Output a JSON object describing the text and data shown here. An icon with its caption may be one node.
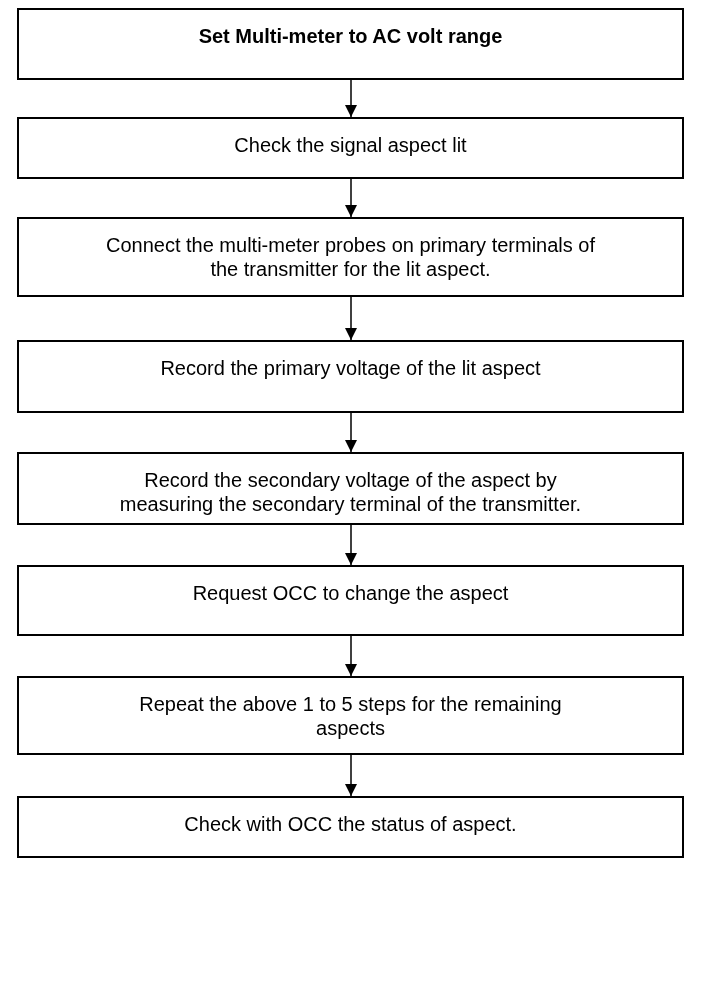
{
  "diagram": {
    "nodes": [
      {
        "text": [
          "Set Multi-meter to AC volt range"
        ]
      },
      {
        "text": [
          "Check the signal aspect lit"
        ]
      },
      {
        "text": [
          "Connect the multi-meter probes on primary terminals of the transmitter for the lit aspect."
        ]
      },
      {
        "text": [
          "Record the primary voltage of the lit aspect"
        ]
      },
      {
        "text": [
          "Record the secondary voltage of the aspect by measuring the secondary terminal of the transmitter."
        ]
      },
      {
        "text": [
          "Request OCC to change the aspect"
        ]
      },
      {
        "text": [
          "Repeat the above 1 to 5 steps for the remaining aspects"
        ]
      },
      {
        "text": [
          "Check with OCC the status of aspect."
        ]
      }
    ],
    "edges": [
      {
        "from": 0,
        "to": 1,
        "arrow": "to"
      },
      {
        "from": 1,
        "to": 2,
        "arrow": "to"
      },
      {
        "from": 2,
        "to": 3,
        "arrow": "to"
      },
      {
        "from": 3,
        "to": 4,
        "arrow": "to"
      },
      {
        "from": 4,
        "to": 5,
        "arrow": "to"
      },
      {
        "from": 5,
        "to": 6,
        "arrow": "to"
      },
      {
        "from": 6,
        "to": 7,
        "arrow": "to"
      }
    ]
  }
}
